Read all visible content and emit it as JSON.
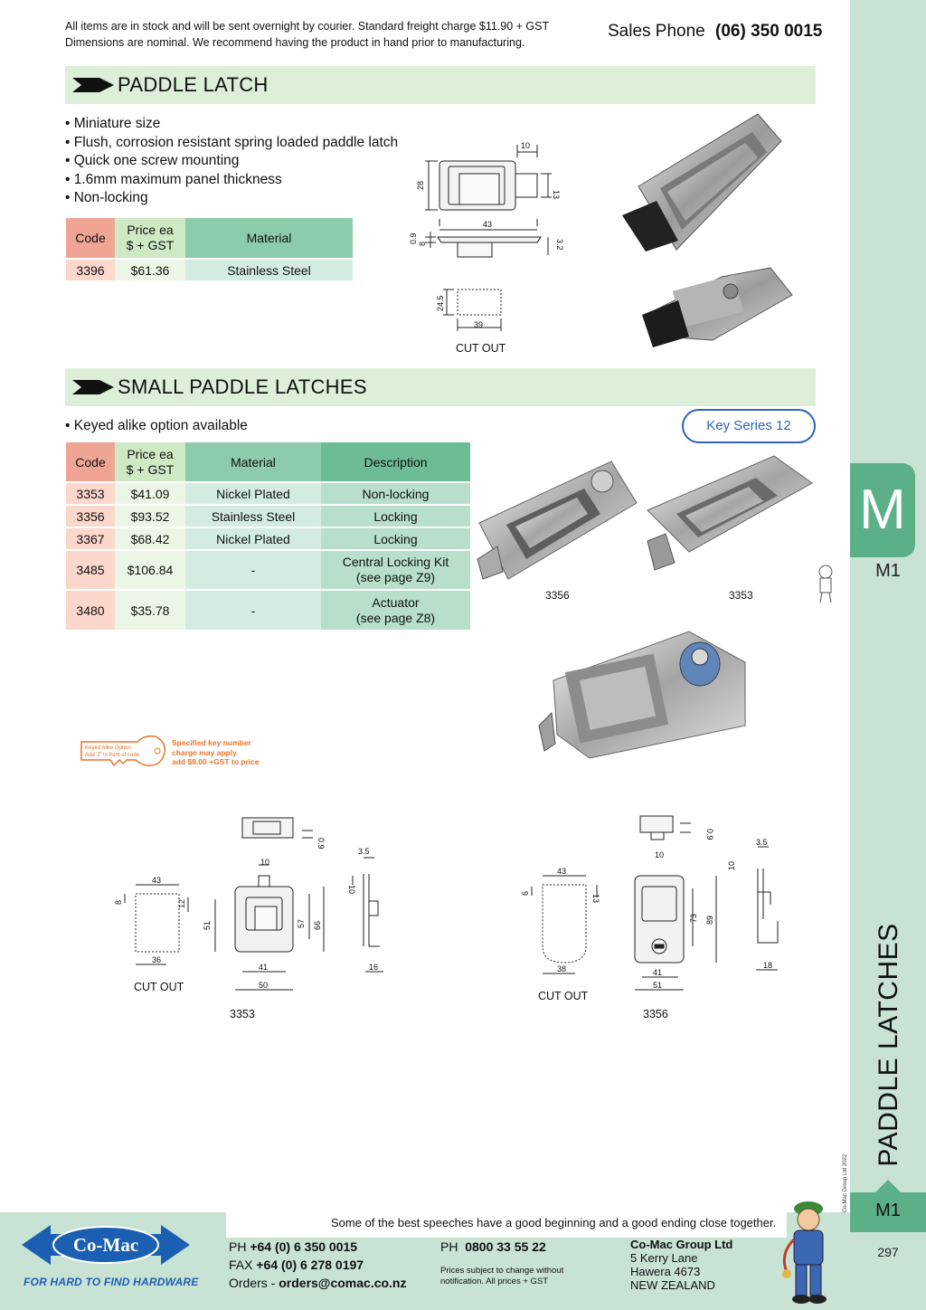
{
  "header": {
    "notice_line1": "All items are in stock and will be sent overnight by courier. Standard freight charge $11.90 + GST",
    "notice_line2": "Dimensions are nominal. We recommend having the product in hand prior to manufacturing.",
    "sales_label": "Sales Phone",
    "sales_number": "(06) 350 0015"
  },
  "section1": {
    "title": "PADDLE LATCH",
    "bullets": [
      "• Miniature size",
      "• Flush, corrosion resistant spring loaded paddle latch",
      "• Quick one screw mounting",
      "• 1.6mm maximum panel thickness",
      "• Non-locking"
    ],
    "table": {
      "headers": [
        "Code",
        "Price ea",
        "$ + GST",
        "Material"
      ],
      "rows": [
        {
          "code": "3396",
          "price": "$61.36",
          "material": "Stainless Steel"
        }
      ]
    },
    "dims": {
      "d10": "10",
      "d28": "28",
      "d13": "13",
      "d43": "43",
      "d09": "0.9",
      "d8": "8",
      "d32": "3.2",
      "d245": "24.5",
      "d39": "39"
    },
    "cutout_label": "CUT OUT"
  },
  "section2": {
    "title": "SMALL PADDLE LATCHES",
    "bullet": "• Keyed alike option available",
    "key_series": "Key Series 12",
    "table": {
      "headers": [
        "Code",
        "Price ea",
        "$ + GST",
        "Material",
        "Description"
      ],
      "rows": [
        {
          "code": "3353",
          "price": "$41.09",
          "material": "Nickel Plated",
          "description": "Non-locking",
          "description2": ""
        },
        {
          "code": "3356",
          "price": "$93.52",
          "material": "Stainless Steel",
          "description": "Locking",
          "description2": ""
        },
        {
          "code": "3367",
          "price": "$68.42",
          "material": "Nickel Plated",
          "description": "Locking",
          "description2": ""
        },
        {
          "code": "3485",
          "price": "$106.84",
          "material": "-",
          "description": "Central Locking Kit",
          "description2": "(see page Z9)"
        },
        {
          "code": "3480",
          "price": "$35.78",
          "material": "-",
          "description": "Actuator",
          "description2": "(see page Z8)"
        }
      ]
    },
    "photo_labels": [
      "3356",
      "3353"
    ],
    "key_note": {
      "tag_line1": "Keyed Alike Option",
      "tag_line2": "Add 'Z' to front of code",
      "line1": "Specified key number",
      "line2": "charge may apply",
      "line3": "add $8.00 +GST to price"
    },
    "drawing_3353": {
      "label": "3353",
      "cutout_label": "CUT OUT",
      "dims": {
        "d09": "0.9",
        "d35": "3.5",
        "d10a": "10",
        "d10b": "10",
        "d43": "43",
        "d8": "8",
        "d12": "12",
        "d51": "51",
        "d57": "57",
        "d66": "66",
        "d36": "36",
        "d41": "41",
        "d50": "50",
        "d16": "16"
      }
    },
    "drawing_3356": {
      "label": "3356",
      "cutout_label": "CUT OUT",
      "dims": {
        "d09": "0.9",
        "d10a": "10",
        "d35": "3.5",
        "d10b": "10",
        "d43": "43",
        "d6": "6",
        "d13": "13",
        "d73": "73",
        "d89": "89",
        "d38": "38",
        "d41": "41",
        "d51": "51",
        "d18": "18"
      }
    }
  },
  "side": {
    "letter": "M",
    "code": "M1",
    "section_name": "PADDLE LATCHES",
    "copyright": "© Co-Mac Group Ltd 2022",
    "code_bottom": "M1",
    "page": "297"
  },
  "footer": {
    "quote": "Some of the best speeches have a good beginning and a good ending close together.",
    "logo": "Co-Mac",
    "tagline": "FOR HARD TO FIND HARDWARE",
    "ph_label": "PH",
    "ph": "+64 (0) 6 350 0015",
    "fax_label": "FAX",
    "fax": "+64 (0) 6 278 0197",
    "orders_label": "Orders -",
    "orders": "orders@comac.co.nz",
    "ph2_label": "PH",
    "ph2": "0800 33 55 22",
    "note_line1": "Prices subject to change without",
    "note_line2": "notification. All prices + GST",
    "company": "Co-Mac Group Ltd",
    "addr1": "5 Kerry Lane",
    "addr2": "Hawera 4673",
    "addr3": "NEW ZEALAND"
  },
  "colors": {
    "accent_green": "#5cb088",
    "band_green": "#c8e2d4",
    "header_band": "#ddefd8",
    "brand_blue": "#1b5fb3",
    "key_orange": "#e8752a"
  }
}
